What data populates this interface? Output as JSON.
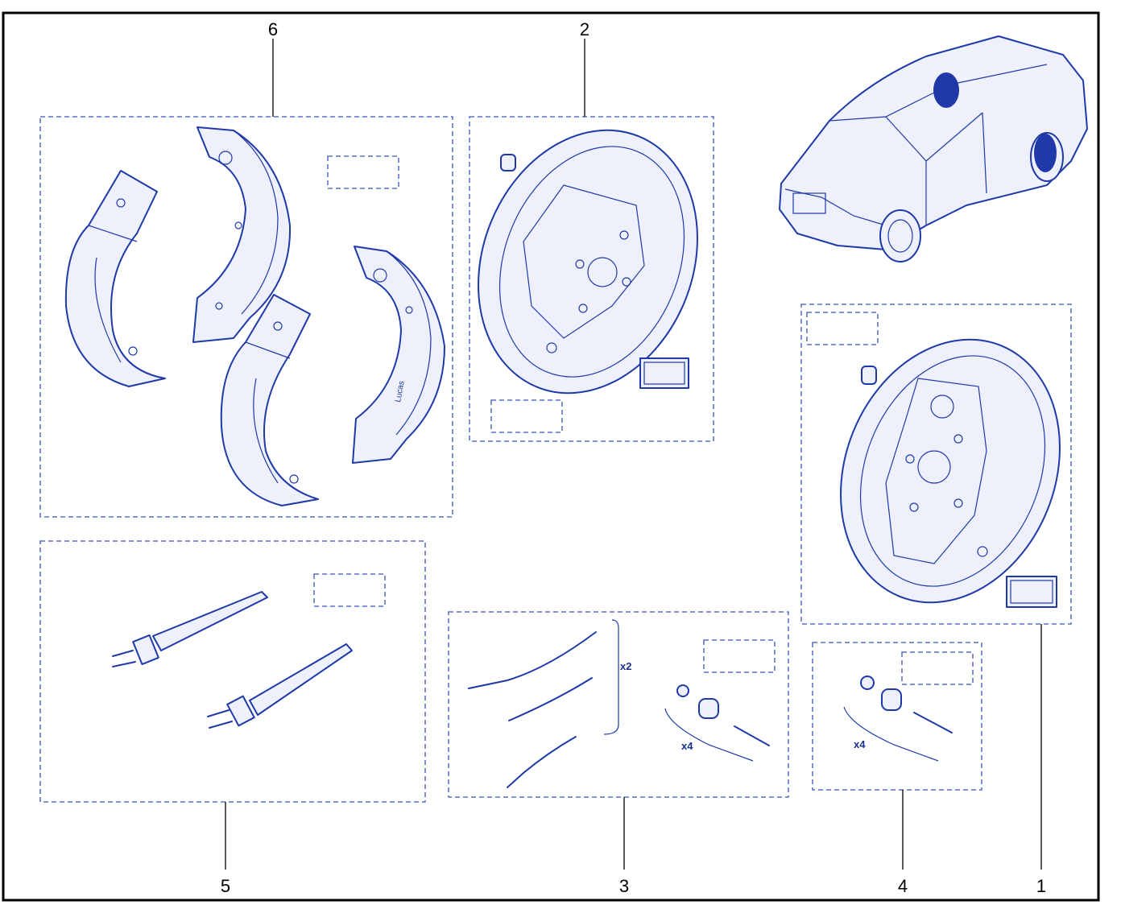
{
  "callouts": [
    {
      "label": "6"
    },
    {
      "label": "2"
    },
    {
      "label": "1"
    },
    {
      "label": "5"
    },
    {
      "label": "3"
    },
    {
      "label": "4"
    }
  ],
  "quantities": {
    "springs": "x2",
    "kit_3_pins": "x4",
    "kit_4_pins": "x4"
  },
  "shoe_marking": "Lucas",
  "colors": {
    "line_art": "#1f3aa8",
    "dashed_box": "#3b55b8",
    "frame": "#000000",
    "fill": "#eef1fb"
  }
}
